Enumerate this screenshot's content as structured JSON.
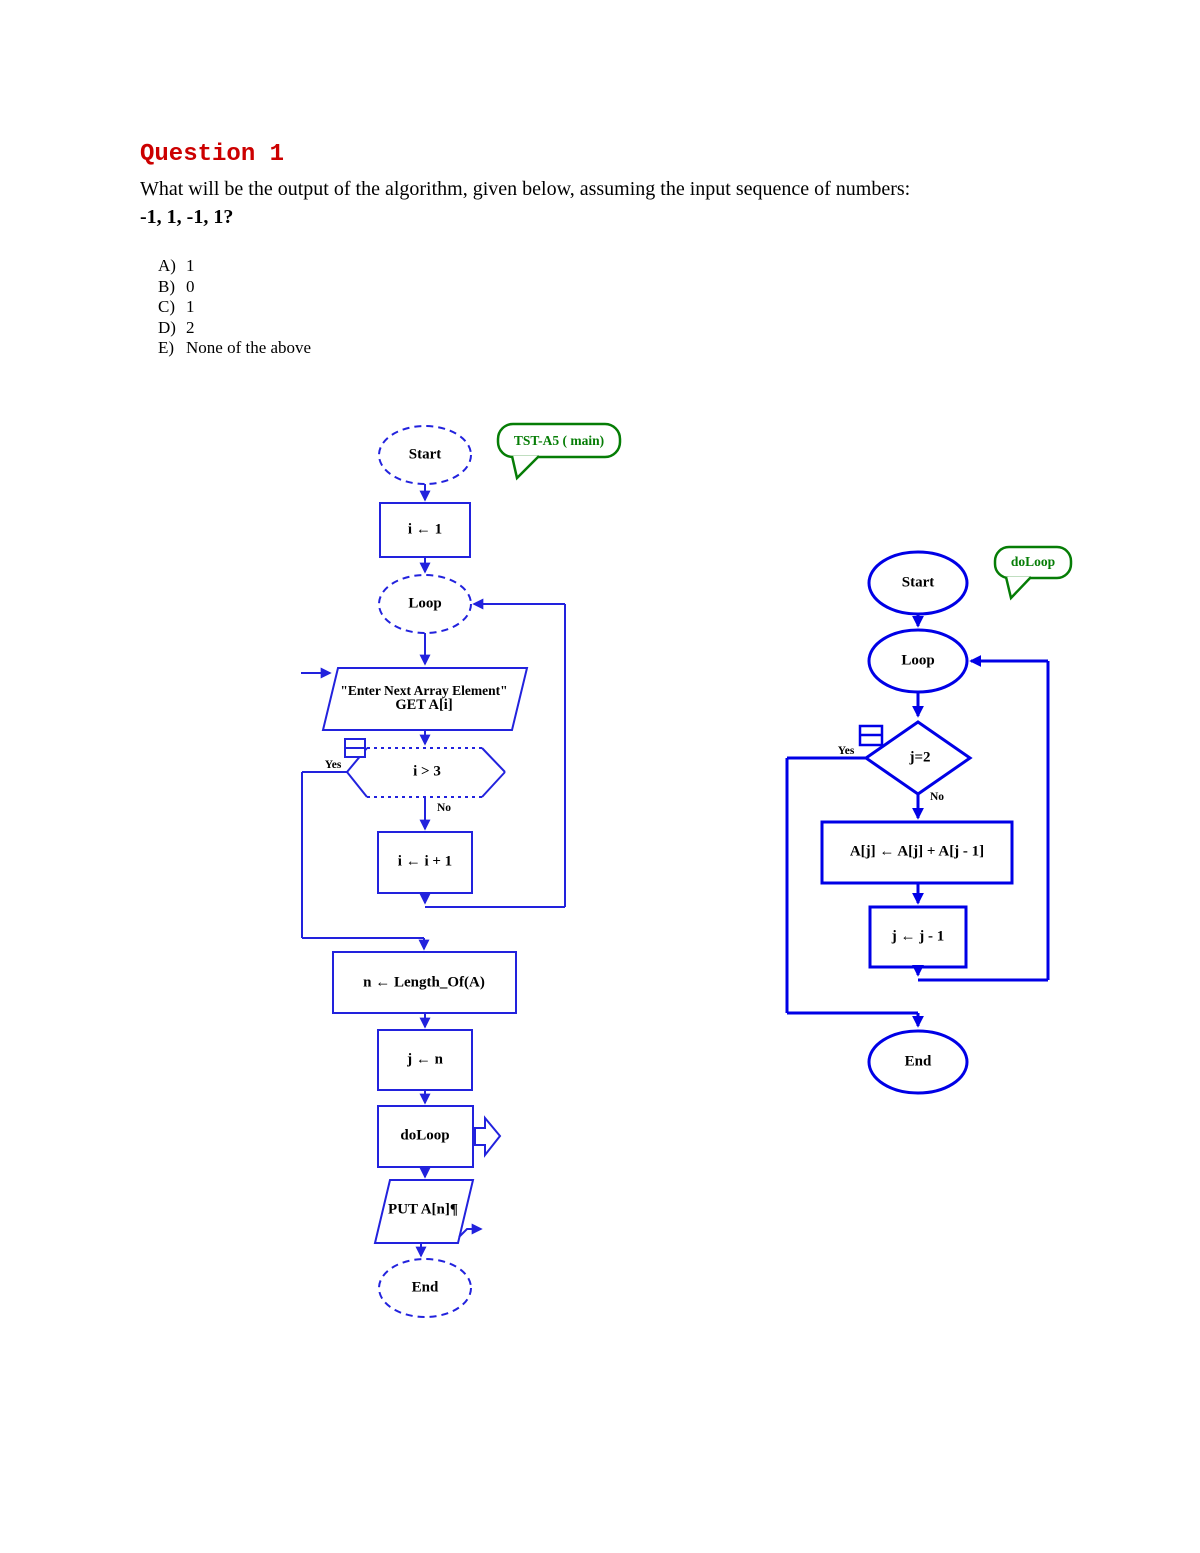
{
  "page": {
    "title": "Question 1",
    "question": {
      "line1": "What will be the output of the algorithm, given below, assuming the input sequence of numbers:",
      "line2": "-1, 1, -1, 1?"
    },
    "options": [
      {
        "label": "A)",
        "text": "1"
      },
      {
        "label": "B)",
        "text": "0"
      },
      {
        "label": "C)",
        "text": "1"
      },
      {
        "label": "D)",
        "text": "2"
      },
      {
        "label": "E)",
        "text": "None of the above"
      }
    ]
  },
  "main_flowchart": {
    "callout": "TST-A5 ( main)",
    "start": "Start",
    "init": "i ← 1",
    "loop": "Loop",
    "input_line1": "\"Enter Next Array Element\"",
    "input_line2": "GET A[i]",
    "decision": "i > 3",
    "yes": "Yes",
    "no": "No",
    "increment": "i ← i + 1",
    "get_length": "n ← Length_Of(A)",
    "set_j": "j ← n",
    "call": "doLoop",
    "output": "PUT A[n]¶",
    "end": "End"
  },
  "doloop_flowchart": {
    "callout": "doLoop",
    "start": "Start",
    "loop": "Loop",
    "decision": "j=2",
    "yes": "Yes",
    "no": "No",
    "accumulate": "A[j] ← A[j] + A[j - 1]",
    "decrement": "j ← j - 1",
    "end": "End"
  },
  "colors": {
    "title_red": "#cc0000",
    "flow_blue_main": "#2222dd",
    "flow_blue_sub": "#0000e6",
    "callout_green": "#067d06"
  }
}
